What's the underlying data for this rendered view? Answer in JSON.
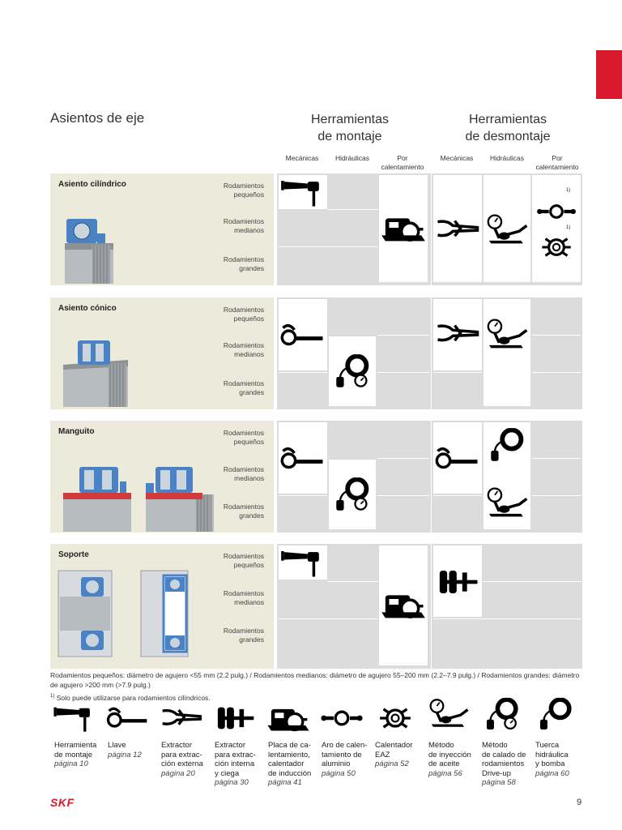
{
  "page_number": "9",
  "logo_text": "SKF",
  "left_heading": "Asientos de eje",
  "mount_heading": [
    "Herramientas",
    "de montaje"
  ],
  "dismount_heading": [
    "Herramientas",
    "de desmontaje"
  ],
  "column_headers": {
    "mechanical": "Mecánicas",
    "hydraulic": "Hidráulicas",
    "heating": [
      "Por",
      "calentamiento"
    ]
  },
  "sections": [
    {
      "title": "Asiento cilíndrico"
    },
    {
      "title": "Asiento cónico"
    },
    {
      "title": "Manguito"
    },
    {
      "title": "Soporte"
    }
  ],
  "sizes": {
    "small": [
      "Rodamientos",
      "pequeños"
    ],
    "medium": [
      "Rodamientos",
      "medianos"
    ],
    "large": [
      "Rodamientos",
      "grandes"
    ]
  },
  "footnote_sizes": "Rodamientos pequeños: diámetro de agujero <55 mm (2.2 pulg.) / Rodamientos medianos: diámetro de agujero 55–200 mm (2.2–7.9 pulg.) / Rodamientos grandes: diámetro de agujero >200 mm (>7.9 pulg.)",
  "footnote_mark": "1)",
  "footnote_one": "Solo puede utilizarse para rodamientos cilíndricos.",
  "legend": [
    {
      "name": "Herramienta de montaje",
      "lines": [
        "Herramienta",
        "de montaje"
      ],
      "page": "página 10"
    },
    {
      "name": "Llave",
      "lines": [
        "Llave"
      ],
      "page": "página 12"
    },
    {
      "name": "Extractor para extracción externa",
      "lines": [
        "Extractor",
        "para extrac-",
        "ción externa"
      ],
      "page": "página 20"
    },
    {
      "name": "Extractor para extracción interna y ciega",
      "lines": [
        "Extractor",
        "para extrac-",
        "ción interna",
        "y ciega"
      ],
      "page": "página 30"
    },
    {
      "name": "Placa de calentamiento",
      "lines": [
        "Placa de ca-",
        "lentamiento,",
        "calentador",
        "de inducción"
      ],
      "page": "página 41"
    },
    {
      "name": "Aro de calentamiento",
      "lines": [
        "Aro de calen-",
        "tamiento de",
        "aluminio"
      ],
      "page": "página 50"
    },
    {
      "name": "Calentador EAZ",
      "lines": [
        "Calentador",
        "EAZ"
      ],
      "page": "página 52"
    },
    {
      "name": "Método de inyección de aceite",
      "lines": [
        "Método",
        "de inyección",
        "de aceite"
      ],
      "page": "página 56"
    },
    {
      "name": "Método de calado Drive-up",
      "lines": [
        "Método",
        "de calado de",
        "rodamientos",
        "Drive-up"
      ],
      "page": "página 58"
    },
    {
      "name": "Tuerca hidráulica y bomba",
      "lines": [
        "Tuerca",
        "hidráulica",
        "y bomba"
      ],
      "page": "página 60"
    }
  ]
}
